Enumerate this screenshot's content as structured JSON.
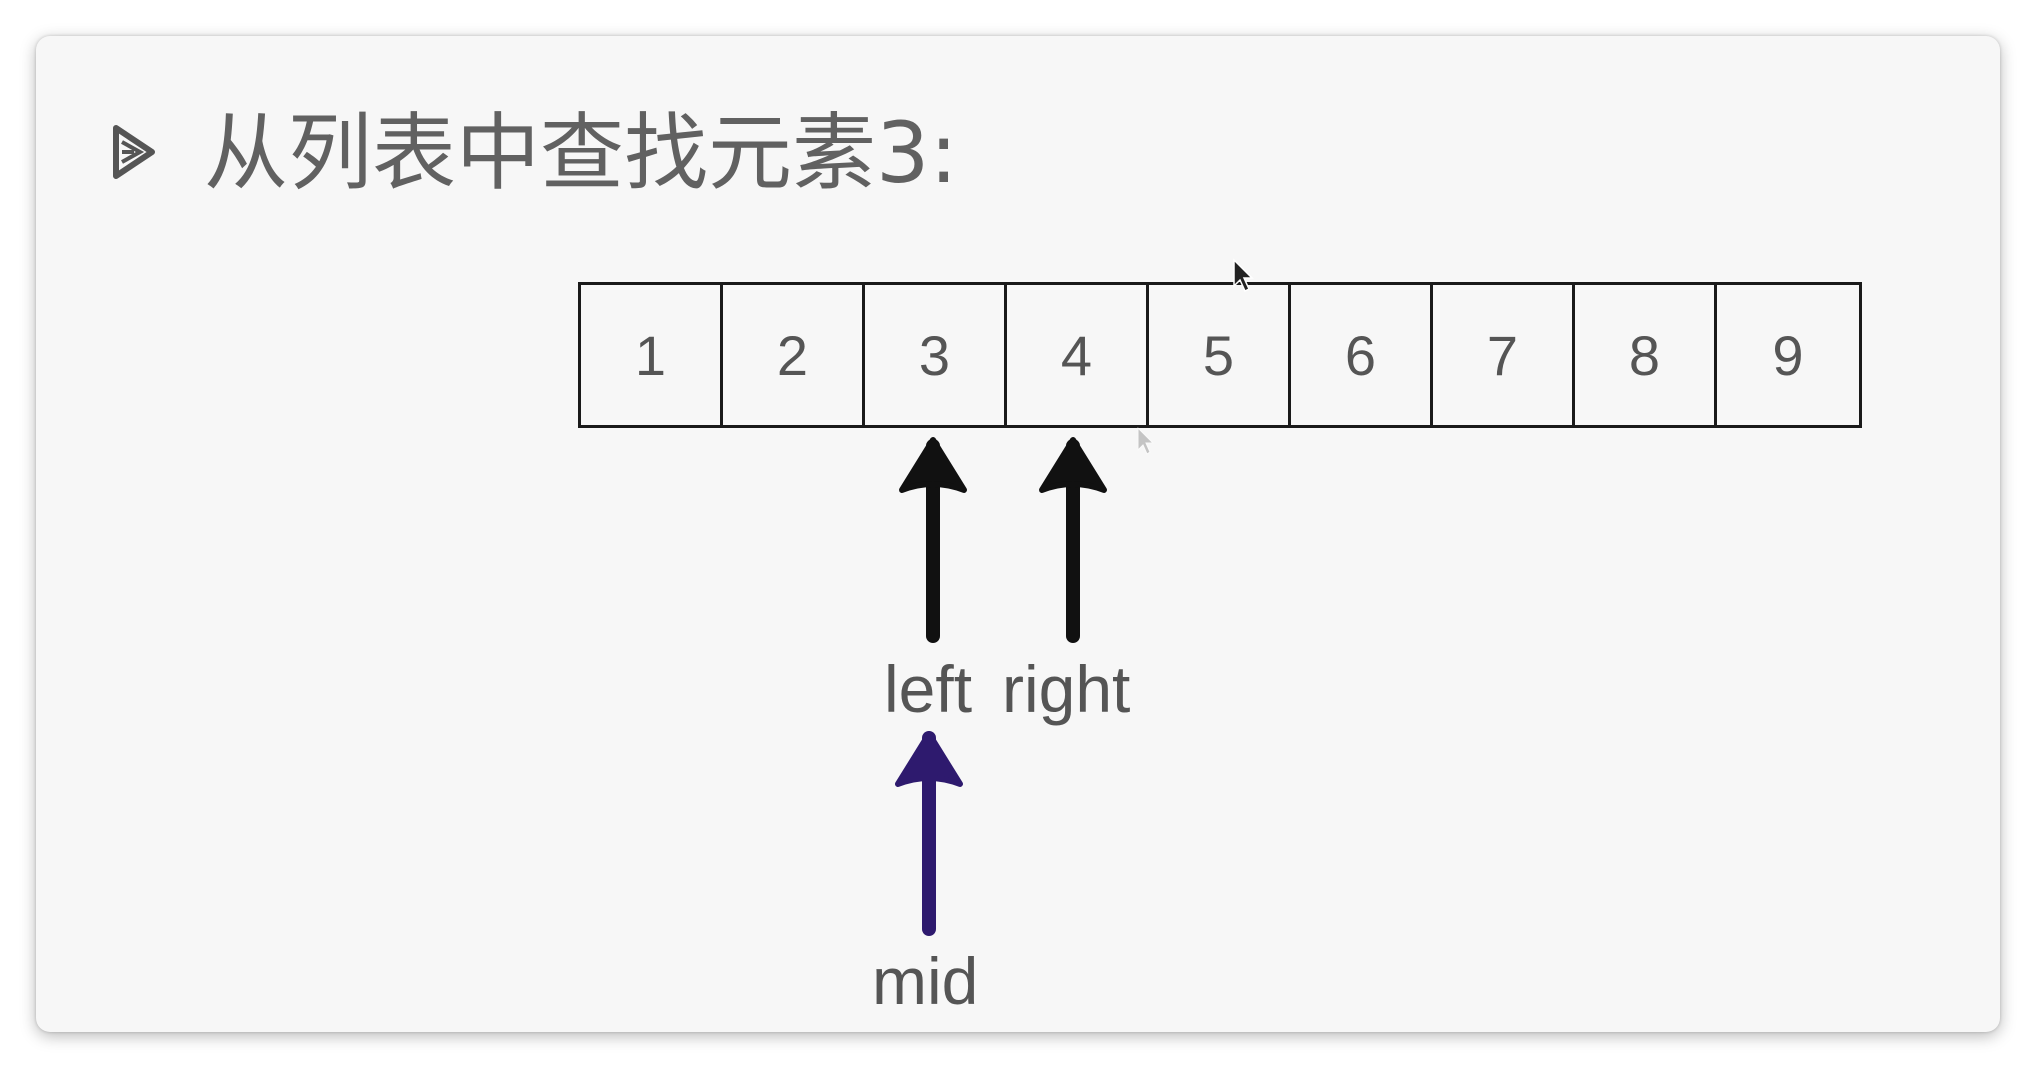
{
  "title": "从列表中查找元素3:",
  "array": {
    "values": [
      "1",
      "2",
      "3",
      "4",
      "5",
      "6",
      "7",
      "8",
      "9"
    ]
  },
  "pointers": {
    "left": {
      "label": "left",
      "index": 2,
      "color": "#111111"
    },
    "right": {
      "label": "right",
      "index": 3,
      "color": "#111111"
    },
    "mid": {
      "label": "mid",
      "index": 2,
      "color": "#2e1a6e"
    }
  },
  "icons": {
    "bullet": "triangle-bullet-icon",
    "cursor": "mouse-pointer-icon"
  }
}
